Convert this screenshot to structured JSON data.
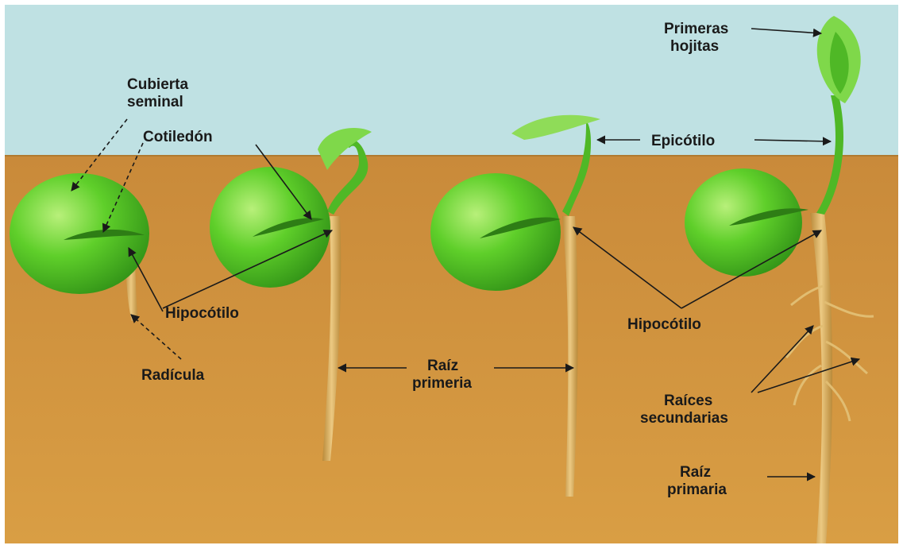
{
  "labels": {
    "cubierta_line1": "Cubierta",
    "cubierta_line2": "seminal",
    "cotiledon": "Cotiledón",
    "hipocotilo_left": "Hipocótilo",
    "radicula": "Radícula",
    "raiz_primaria_mid_line1": "Raíz",
    "raiz_primaria_mid_line2": "primeria",
    "epicotilo": "Epicótilo",
    "hipocotilo_right": "Hipocótilo",
    "primeras_line1": "Primeras",
    "primeras_line2": "hojitas",
    "raices_line1": "Raíces",
    "raices_line2": "secundarias",
    "raiz_primaria_right_line1": "Raíz",
    "raiz_primaria_right_line2": "primaria"
  },
  "colors": {
    "sky": "#bfe1e3",
    "soil_top": "#c98a3a",
    "soil_bottom": "#d79b3e",
    "seed": "#5fcf2a",
    "root": "#dcb363",
    "stem": "#4fb826",
    "text": "#1a1a1a"
  }
}
